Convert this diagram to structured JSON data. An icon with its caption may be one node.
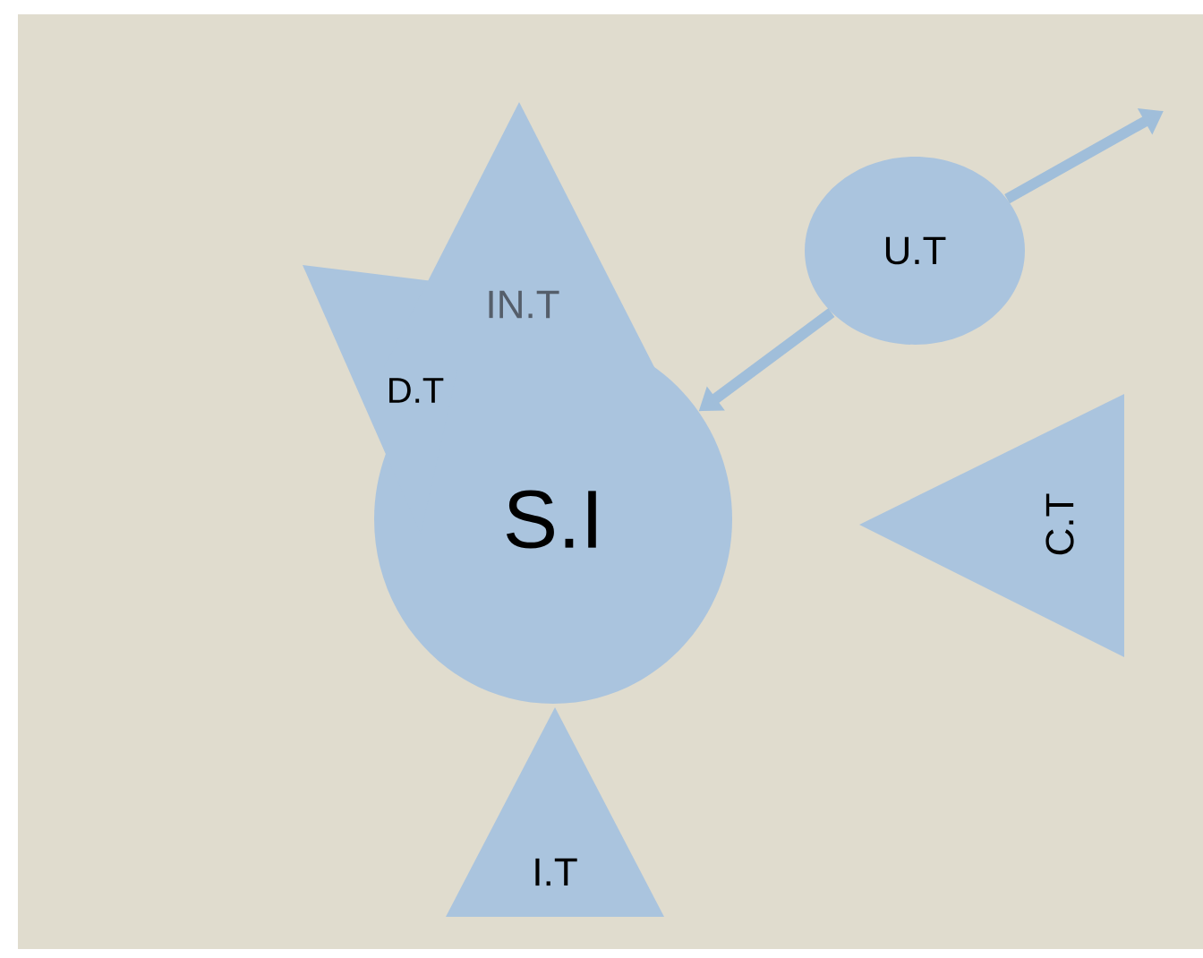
{
  "diagram": {
    "nodes": [
      {
        "text": [
          "IN.T"
        ]
      },
      {
        "text": [
          "D.T"
        ]
      },
      {
        "text": [
          "U.T"
        ]
      },
      {
        "text": [
          "S.I"
        ]
      },
      {
        "text": [
          "C.T"
        ]
      },
      {
        "text": [
          "I.T"
        ]
      }
    ],
    "edges": [
      {
        "from": 2,
        "to": 3,
        "arrow": "to"
      },
      {
        "from": 2,
        "to": null,
        "arrow": "to"
      }
    ]
  }
}
